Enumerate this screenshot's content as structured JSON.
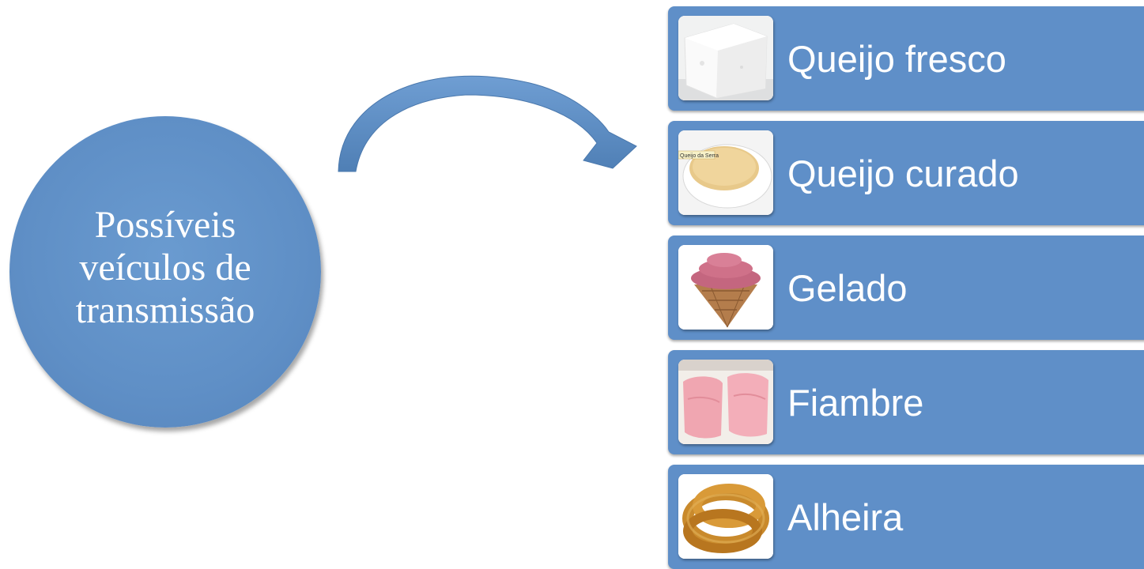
{
  "center_node": {
    "lines": [
      "Possíveis",
      "veículos de",
      "transmissão"
    ]
  },
  "items": [
    {
      "label": "Queijo fresco",
      "image": "fresh-cheese-image"
    },
    {
      "label": "Queijo curado",
      "image": "cured-cheese-image",
      "tag": "Queijo da Serra"
    },
    {
      "label": "Gelado",
      "image": "ice-cream-image"
    },
    {
      "label": "Fiambre",
      "image": "ham-image"
    },
    {
      "label": "Alheira",
      "image": "sausage-image"
    }
  ],
  "colors": {
    "node_fill": "#5f8fc6",
    "box_fill": "#5f8fc8",
    "text": "#ffffff"
  }
}
